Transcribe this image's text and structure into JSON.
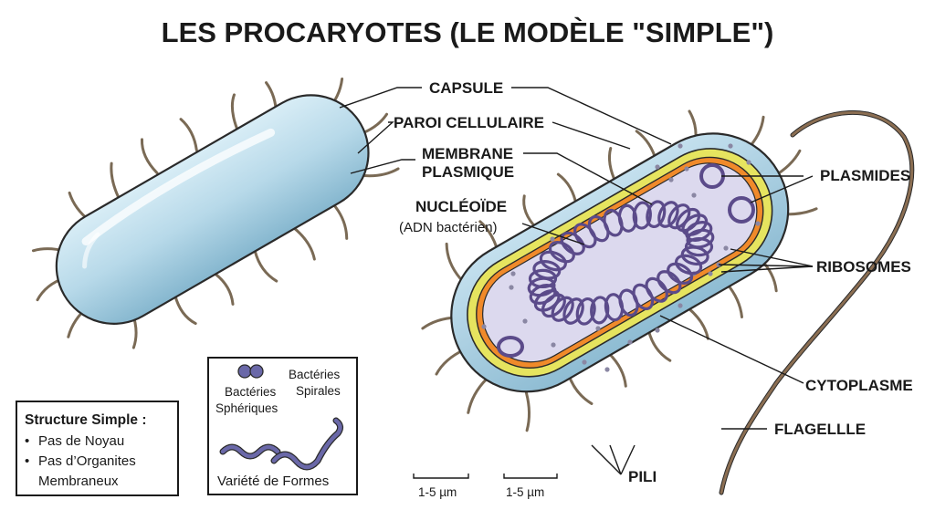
{
  "title": "LES PROCARYOTES (LE MODÈLE \"SIMPLE\")",
  "labels": {
    "capsule": "CAPSULE",
    "paroi": "PAROI CELLULAIRE",
    "membrane_l1": "MEMBRANE",
    "membrane_l2": "PLASMIQUE",
    "nucleoide": "NUCLÉOÏDE",
    "nucleoide_sub": "(ADN bactérien)",
    "plasmides": "PLASMIDES",
    "ribosomes": "RIBOSOMES",
    "cytoplasme": "CYTOPLASME",
    "flagelle": "FLAGELLLE",
    "pili": "PILI"
  },
  "scale_bars": [
    "1-5 µm",
    "1-5 µm"
  ],
  "structure_box": {
    "heading": "Structure Simple :",
    "items": [
      "Pas de Noyau",
      "Pas d’Organites",
      "Membraneux"
    ]
  },
  "forms_box": {
    "spheriques_l1": "Bactéries",
    "spheriques_l2": "Sphériques",
    "spirales_l1": "Bactéries",
    "spirales_l2": "Spirales",
    "caption": "Variété de Formes"
  },
  "colors": {
    "capsule": "#a9cfe0",
    "capsule_dark": "#7fb3cb",
    "wall_yellow": "#e3e35f",
    "membrane_orange": "#f08a2a",
    "cytoplasm": "#dcd9ee",
    "dna": "#5b4b8a",
    "pili": "#7a6a55"
  },
  "icons": [
    "bullet-icon",
    "sphere-bacteria-icon",
    "spiral-bacteria-icon"
  ]
}
